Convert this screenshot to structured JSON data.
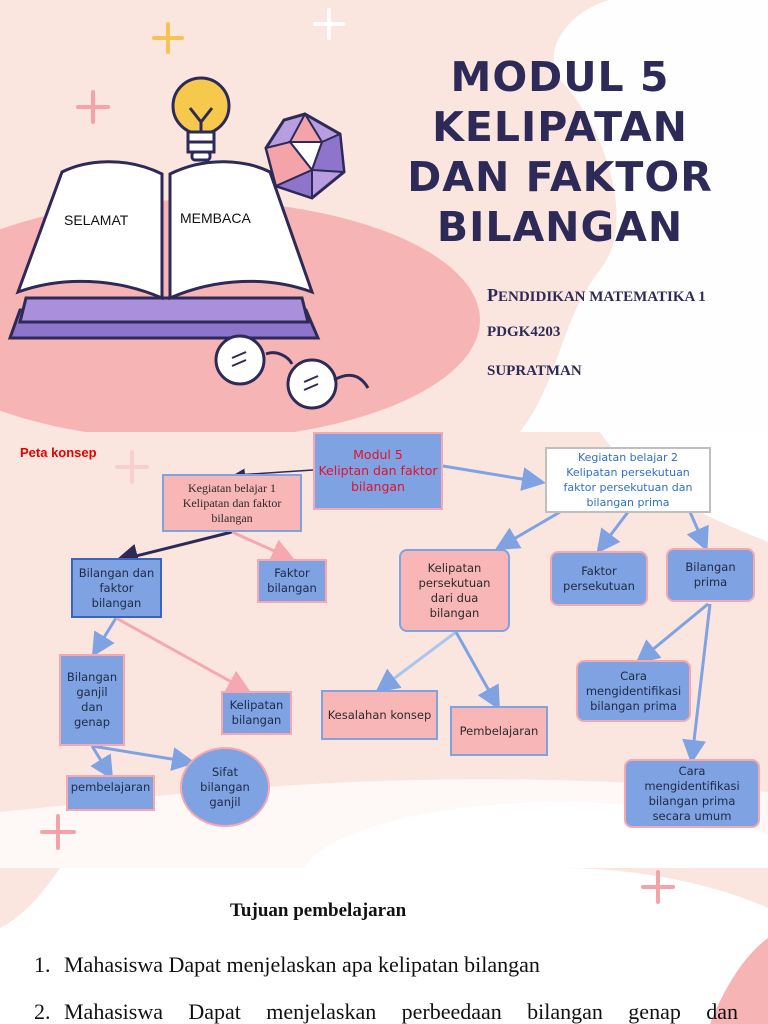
{
  "title_slide": {
    "title_lines": [
      "MODUL 5",
      "KELIPATAN",
      "DAN FAKTOR",
      "BILANGAN"
    ],
    "book_left_text": "SELAMAT",
    "book_right_text": "MEMBACA",
    "subtitle": {
      "course_first_letter": "P",
      "course_rest": "ENDIDIKAN MATEMATIKA 1",
      "code": "PDGK4203",
      "author": "SUPRATMAN"
    }
  },
  "concept_map": {
    "heading": "Peta konsep",
    "root": {
      "line1": "Modul 5",
      "line2": "Keliptan dan faktor",
      "line3": "bilangan"
    },
    "kb2": "Kegiatan belajar 2 Kelipatan persekutuan  faktor persekutuan dan bilangan prima",
    "kb1": "Kegiatan belajar 1 Kelipatan dan faktor bilangan",
    "bilangan_faktor": "Bilangan dan faktor bilangan",
    "faktor_bilangan": "Faktor bilangan",
    "kelipatan_persekutuan": "Kelipatan persekutuan dari dua bilangan",
    "faktor_persekutuan": "Faktor persekutuan",
    "bilangan_prima": "Bilangan prima",
    "ganjil_genap": "Bilangan ganjil dan genap",
    "kelipatan_bilangan": "Kelipatan bilangan",
    "kesalahan_konsep": "Kesalahan konsep",
    "pembelajaran_right": "Pembelajaran",
    "cara_prima": "Cara mengidentifikasi bilangan prima",
    "cara_prima_umum": "Cara mengidentifikasi bilangan prima secara umum",
    "pembelajaran_left": "pembelajaran",
    "sifat_ganjil": "Sifat bilangan ganjil"
  },
  "objectives": {
    "title": "Tujuan pembelajaran",
    "items": [
      {
        "num": "1.",
        "text": "Mahasiswa Dapat menjelaskan apa kelipatan bilangan"
      },
      {
        "num": "2.",
        "text": "Mahasiswa Dapat menjelaskan perbeedaan bilangan genap dan"
      }
    ]
  },
  "colors": {
    "background": "#fbe6df",
    "title": "#2e2a58",
    "pink_box": "#f9b6b6",
    "blue_box": "#7fa2e3",
    "heading_red": "#e60000",
    "kb2_text": "#2f6fc9"
  }
}
